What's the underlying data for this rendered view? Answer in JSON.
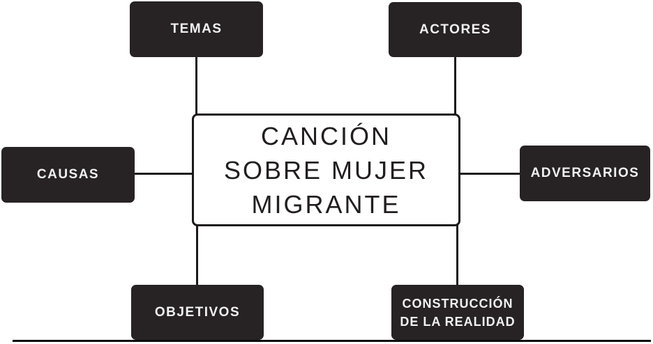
{
  "diagram": {
    "central": {
      "line1": "CANCIÓN",
      "line2": "SOBRE MUJER",
      "line3": "MIGRANTE"
    },
    "nodes": {
      "temas": "TEMAS",
      "actores": "ACTORES",
      "causas": "CAUSAS",
      "adversarios": "ADVERSARIOS",
      "objetivos": "OBJETIVOS",
      "construccion_line1": "CONSTRUCCIÓN",
      "construccion_line2": "DE LA REALIDAD"
    },
    "colors": {
      "node_background": "#272223",
      "node_text": "#f2f2f2",
      "line": "#1c191a",
      "central_border": "#1c191a",
      "background": "#ffffff"
    }
  }
}
